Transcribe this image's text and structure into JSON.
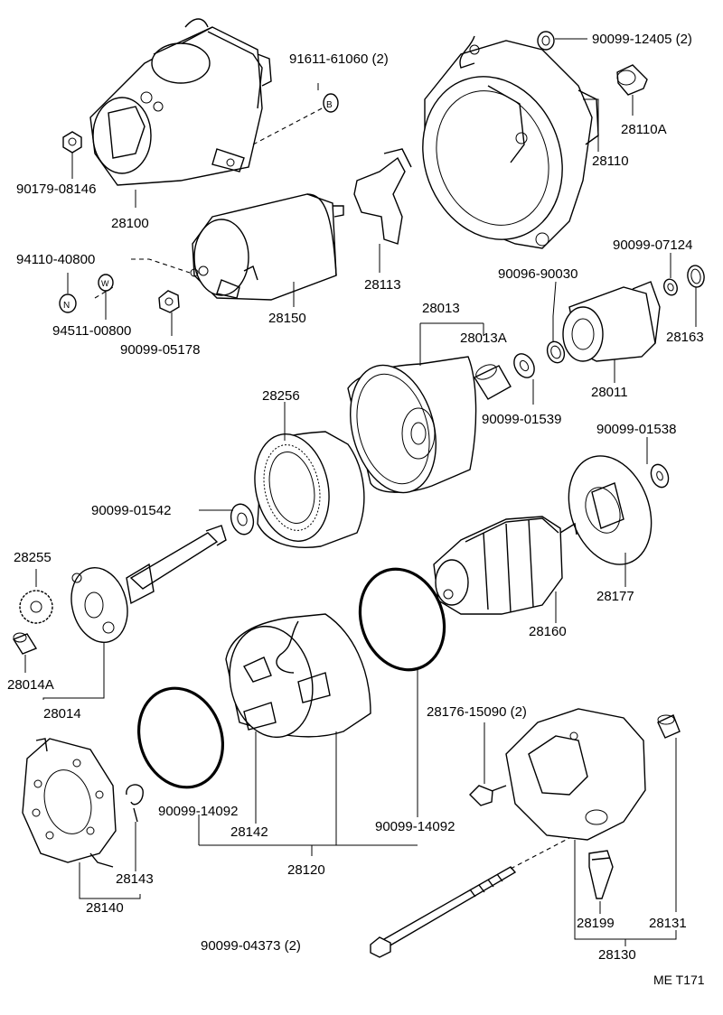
{
  "parts": {
    "p91611_61060": "91611-61060 (2)",
    "p90099_12405": "90099-12405 (2)",
    "p28110A": "28110A",
    "p28110": "28110",
    "p90179_08146": "90179-08146",
    "p28100": "28100",
    "p28113": "28113",
    "p94110_40800": "94110-40800",
    "p94511_00800": "94511-00800",
    "p28150": "28150",
    "p90099_05178": "90099-05178",
    "p90099_07124": "90099-07124",
    "p90096_90030": "90096-90030",
    "p28163": "28163",
    "p28013": "28013",
    "p28013A": "28013A",
    "p28011": "28011",
    "p90099_01539": "90099-01539",
    "p28256": "28256",
    "p90099_01538": "90099-01538",
    "p90099_01542": "90099-01542",
    "p28255": "28255",
    "p28177": "28177",
    "p28160": "28160",
    "p28014A": "28014A",
    "p28014": "28014",
    "p28176_15090": "28176-15090 (2)",
    "p90099_14092_left": "90099-14092",
    "p28142": "28142",
    "p90099_14092_right": "90099-14092",
    "p28143": "28143",
    "p28120": "28120",
    "p28140": "28140",
    "p28199": "28199",
    "p28131": "28131",
    "p90099_04373": "90099-04373 (2)",
    "p28130": "28130"
  },
  "marker_letters": {
    "bolt_cap": "B",
    "nut": "N",
    "washer": "W"
  },
  "footer_code": "ME T171",
  "colors": {
    "ink": "#000000",
    "paper": "#ffffff"
  }
}
